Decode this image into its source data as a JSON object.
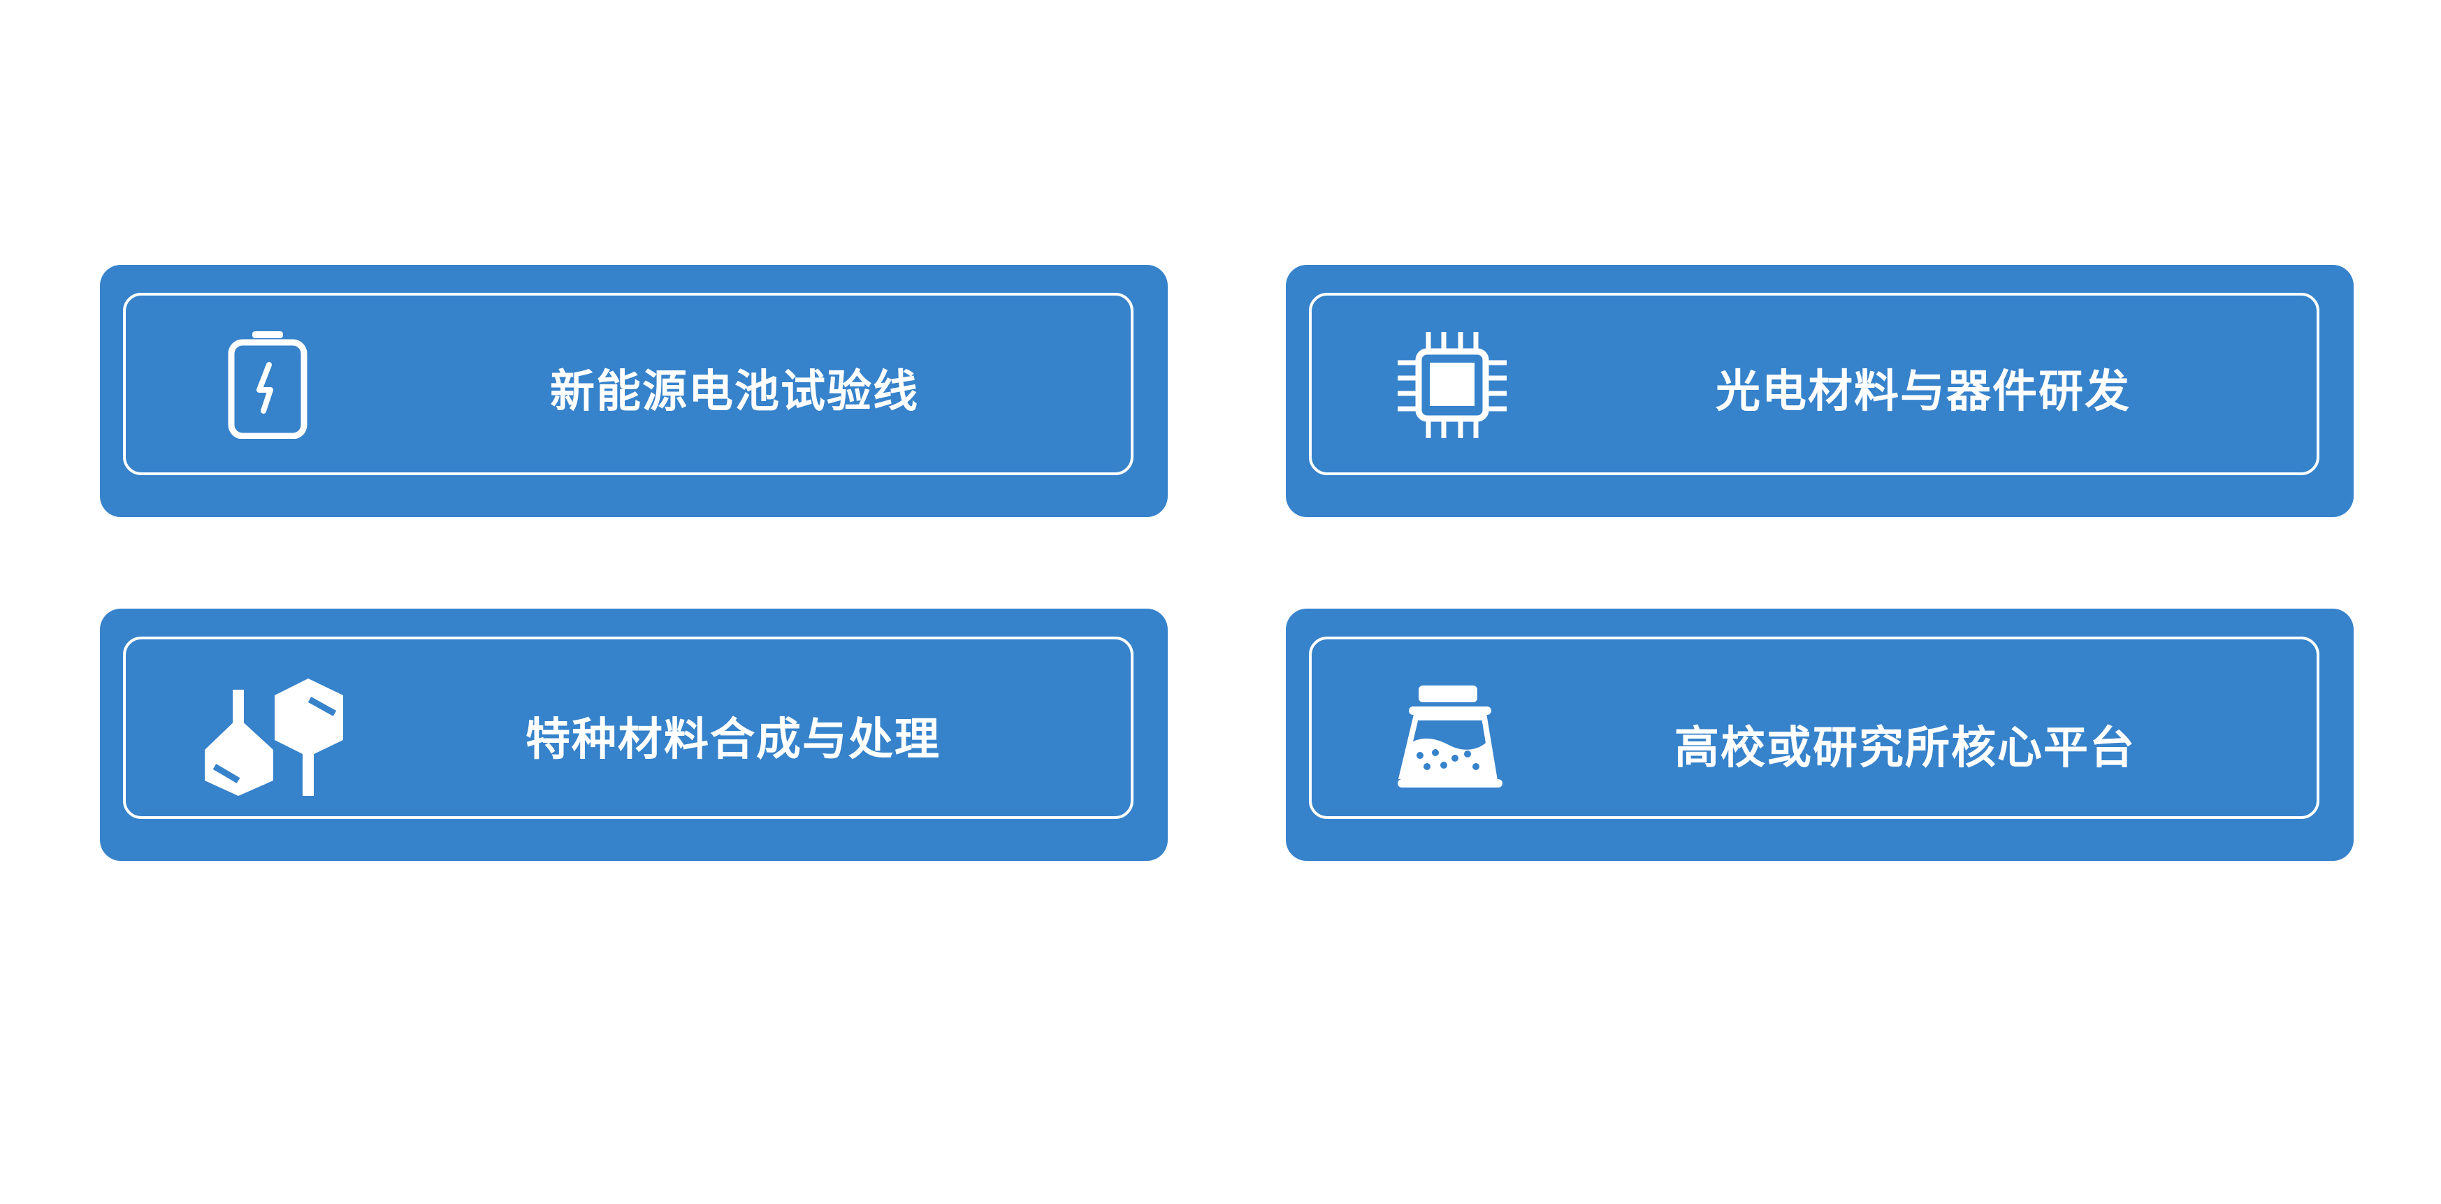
{
  "cards": [
    {
      "label": "新能源电池试验线",
      "icon": "battery-icon"
    },
    {
      "label": "光电材料与器件研发",
      "icon": "chip-icon"
    },
    {
      "label": "特种材料合成与处理",
      "icon": "molecule-icon"
    },
    {
      "label": "高校或研究所核心平台",
      "icon": "flask-icon"
    }
  ],
  "colors": {
    "card_bg": "#3682CB",
    "text": "#FFFFFF",
    "page_bg": "#FFFFFF"
  }
}
